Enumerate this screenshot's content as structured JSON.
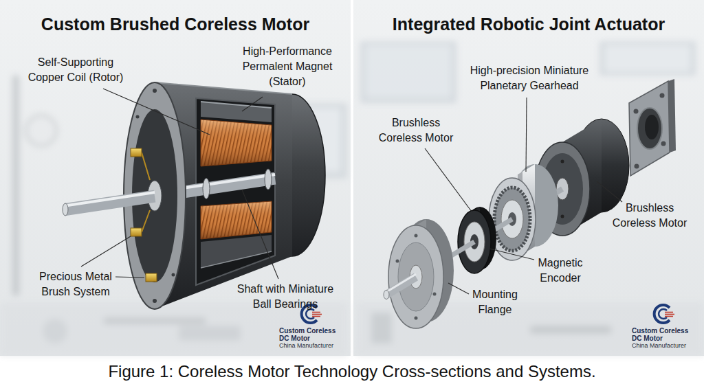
{
  "diagram": {
    "caption": "Figure 1: Coreless Motor Technology Cross-sections and Systems.",
    "nodes": [
      {
        "text": [
          "Custom Brushed Coreless Motor"
        ]
      },
      {
        "text": [
          "Integrated Robotic Joint Actuator"
        ]
      }
    ],
    "labels": [
      "Self-Supporting Copper Coil (Rotor)",
      "High-Performance Permalent Magnet (Stator)",
      "Precious Metal Brush System",
      "Shaft with Miniature Ball Bearings",
      "Custom Coreless DC Motor",
      "China Manufacturer",
      "High-precision Miniature Planetary Gearhead",
      "Brushless Coreless Motor",
      "Brushless Coreless Motor",
      "Magnetic Encoder",
      "Mounting Flange",
      "Custom Coreless DC Motor",
      "China Manufacturer"
    ]
  }
}
